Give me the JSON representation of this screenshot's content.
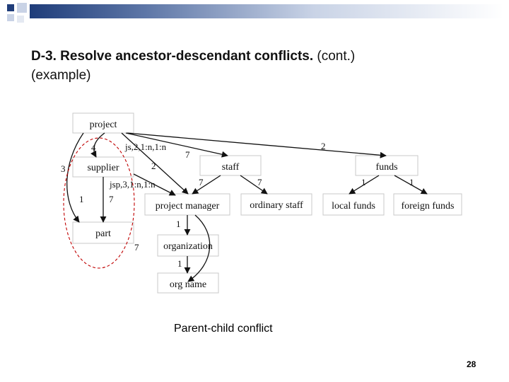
{
  "slide": {
    "title_bold": "D-3. Resolve ancestor-descendant conflicts.",
    "title_rest": " (cont.)",
    "title_line2": "(example)",
    "caption": "Parent-child conflict",
    "page_number": "28"
  },
  "nodes": {
    "project": "project",
    "supplier": "supplier",
    "part": "part",
    "staff": "staff",
    "funds": "funds",
    "project_manager": "project manager",
    "ordinary_staff": "ordinary staff",
    "local_funds": "local funds",
    "foreign_funds": "foreign funds",
    "organization": "organization",
    "org_name": "org name"
  },
  "edge_labels": {
    "js": "js,2,1:n,1:n",
    "jsp": "jsp,3,1:n,1:n",
    "label_4": "4",
    "label_3": "3",
    "label_1_left": "1",
    "label_7_part": "7",
    "label_7_staff": "7",
    "label_2_pm": "2",
    "label_2_funds": "2",
    "label_7_pm": "7",
    "label_7_os": "7",
    "label_1_lf": "1",
    "label_1_ff": "1",
    "label_1_org": "1",
    "label_1_orgname": "1",
    "label_7_loop": "7"
  },
  "colors": {
    "accent_dark": "#1f3d7a",
    "accent_light": "#c9d3e6",
    "box_border": "#c8c8c8",
    "dashed_red": "#c00000"
  }
}
